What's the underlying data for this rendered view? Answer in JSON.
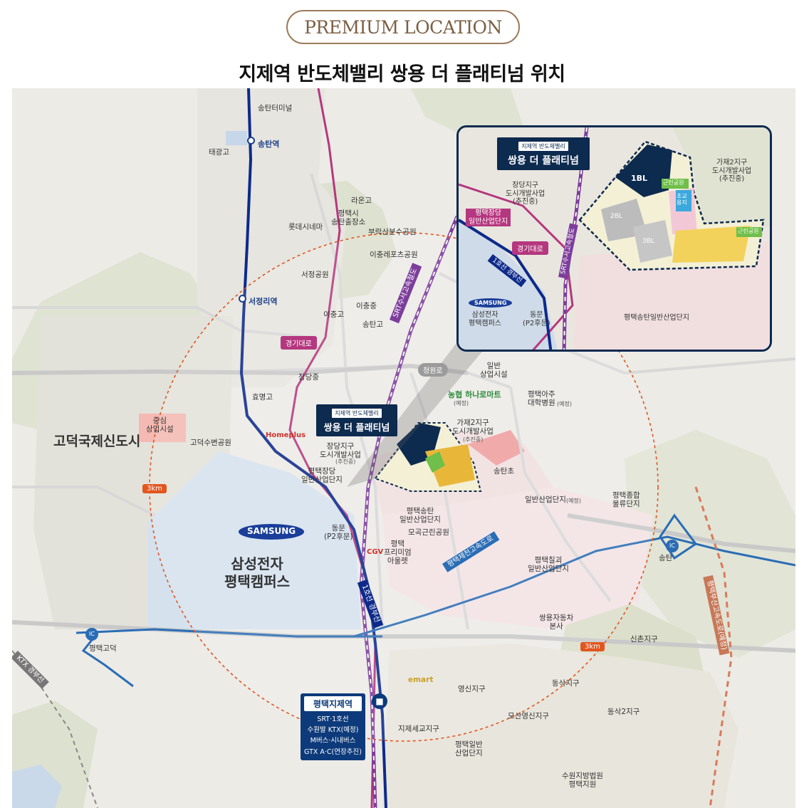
{
  "header": {
    "badge": "PREMIUM LOCATION",
    "title": "지제역 반도체밸리 쌍용 더 플래티넘 위치"
  },
  "colors": {
    "accent_brown": "#9c7b5b",
    "navy": "#0d2a4f",
    "subway_blue": "#1d3f8a",
    "road_magenta": "#b5377f",
    "radius_orange": "#e2561f",
    "samsung_campus": "#d5e2ee"
  },
  "map": {
    "radius_labels": [
      "3km",
      "3km"
    ],
    "stations": {
      "songtan": "송탄역",
      "seojeongri": "서정리역",
      "songtan_terminal": "송탄터미널"
    },
    "roads": {
      "gyeonggi": "경기대로",
      "srt": "SRT수서고속철도",
      "cheongwon": "청원로",
      "line1": "1호선 경부선",
      "pyeongtaek_jecheon": "평택제천고속도로",
      "pyeongtaek_busan": "평택부산고속도로(예정)",
      "ktx": "KTX 경부선"
    },
    "places": {
      "taegwango": "태광고",
      "raongo": "라온고",
      "lotte_cinema": "롯데시네마",
      "songtan_office": "평택시\n송탄출장소",
      "burakpark": "부락산분수공원",
      "ichungpark": "이충레포츠공원",
      "seojeongpark": "서정공원",
      "ichungjung": "이충중",
      "ichunggo": "이충고",
      "songtango": "송탄고",
      "jangdangjung": "장당중",
      "hyomyeonggo": "효명고",
      "center": "중심\n상업시설",
      "godeok_city": "고덕국제신도시",
      "godeok_park": "고덕수변공원",
      "homeplus": "Homeplus",
      "jangdang_dev": "장당지구\n도시개발사업",
      "jangdang_note": "(추진중)",
      "jangdang_ind": "평택장당\n일반산업단지",
      "ilban_commerce": "일반\n상업시설",
      "nonghyup": "농협 하나로마트",
      "nonghyup_note": "(예정)",
      "aju_hospital": "평택아주\n대학병원",
      "aju_note": "(예정)",
      "gajae_dev": "가재2지구\n도시개발사업",
      "gajae_note": "(추진중)",
      "songtancho": "송탄초",
      "ilban_ind": "일반산업단지",
      "ilban_ind_note": "(예정)",
      "logistics": "평택종합\n물류단지",
      "songtan_ind": "평택송탄\n일반산업단지",
      "mogok_park": "모곡근린공원",
      "dongmun": "동문\n(P2후문)",
      "outlet": "평택\n프리미엄\n아울렛",
      "cgv": "CGV",
      "chilgoe_ind": "평택칠괴\n일반산업단지",
      "ssangyong_hq": "쌍용자동차\n본사",
      "sinchon": "신촌지구",
      "godeok_ic": "평택고덕",
      "songtan_ic": "송탄",
      "ic": "IC",
      "emart": "emart",
      "yeongsin": "영신지구",
      "dongsak": "동삭지구",
      "dongsak2": "동삭2지구",
      "mosan": "모산영신지구",
      "jije_segyo": "지제세교지구",
      "pyeongtaek_ilban": "평택일반\n산업단지",
      "court": "수원지방법원\n평택지원"
    },
    "samsung": {
      "logo": "SAMSUNG",
      "name": "삼성전자\n평택캠퍼스"
    },
    "callout": {
      "sub": "지제역 반도체밸리",
      "main": "쌍용 더 플래티넘"
    },
    "station_box": {
      "name": "평택지제역",
      "lines": [
        "SRT·1호선",
        "수원발 KTX(예정)",
        "M버스·시내버스",
        "GTX A·C(연장추진)"
      ]
    }
  },
  "inset": {
    "callout_sub": "지제역 반도체밸리",
    "callout_main": "쌍용 더 플래티넘",
    "jangdang_dev": "장당지구\n도시개발사업\n(추진중)",
    "jangdang_ind": "평택장당\n일반산업단지",
    "gajae_dev": "가재2지구\n도시개발사업\n(추진중)",
    "gyeonggi": "경기대로",
    "line1": "1호선 경부선",
    "srt": "SRT수서고속철도",
    "samsung_logo": "SAMSUNG",
    "samsung_name": "삼성전자\n평택캠퍼스",
    "dongmun": "동문\n(P2후문)",
    "songtan_ind": "평택송탄일반산업단지",
    "block_1bl": "1BL",
    "block_2bl": "2BL",
    "block_3bl": "3BL",
    "park": "근린공원",
    "park2": "근린공원",
    "school": "초교\n용지"
  }
}
